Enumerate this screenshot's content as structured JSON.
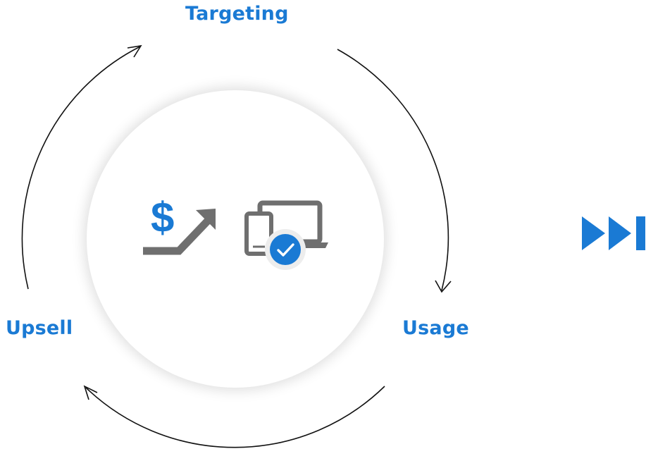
{
  "cycle": {
    "stages": [
      {
        "label": "Targeting"
      },
      {
        "label": "Usage"
      },
      {
        "label": "Upsell"
      }
    ]
  },
  "center": {
    "icons": [
      "dollar-upward-trend-icon",
      "devices-checkmark-icon"
    ],
    "dollar_symbol": "$"
  },
  "controls": {
    "next_icon": "skip-forward-icon"
  },
  "colors": {
    "accent_blue": "#1a7ad4",
    "icon_gray": "#6f6f6f",
    "arrow_black": "#111111",
    "check_badge_blue": "#1a7ad4"
  }
}
